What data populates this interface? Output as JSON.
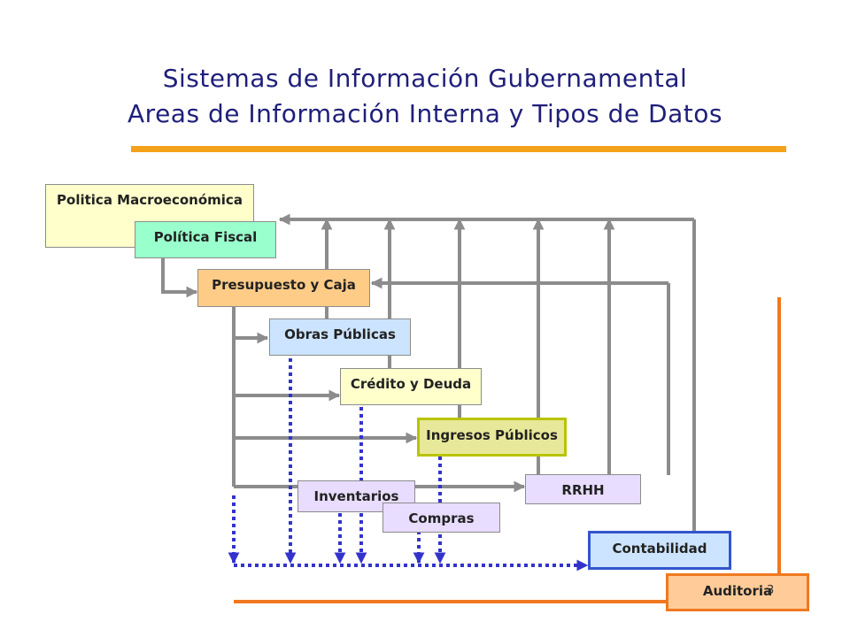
{
  "title_line1": "Sistemas de Información Gubernamental",
  "title_line2": "Areas de Información Interna y Tipos de Datos",
  "boxes": {
    "macro": "Politica Macroeconómica",
    "fiscal": "Política Fiscal",
    "presupuesto": "Presupuesto y Caja",
    "obras": "Obras Públicas",
    "credito": "Crédito y Deuda",
    "ingresos": "Ingresos Públicos",
    "rrhh": "RRHH",
    "inventarios": "Inventarios",
    "compras": "Compras",
    "contabilidad": "Contabilidad",
    "auditoria": "Auditoria"
  },
  "page_number": "3",
  "colors": {
    "title": "#1f1f7a",
    "rule": "#f5a21b",
    "connector": "#8c8c8c",
    "dotted": "#3333cc",
    "audit_line": "#f07820"
  }
}
